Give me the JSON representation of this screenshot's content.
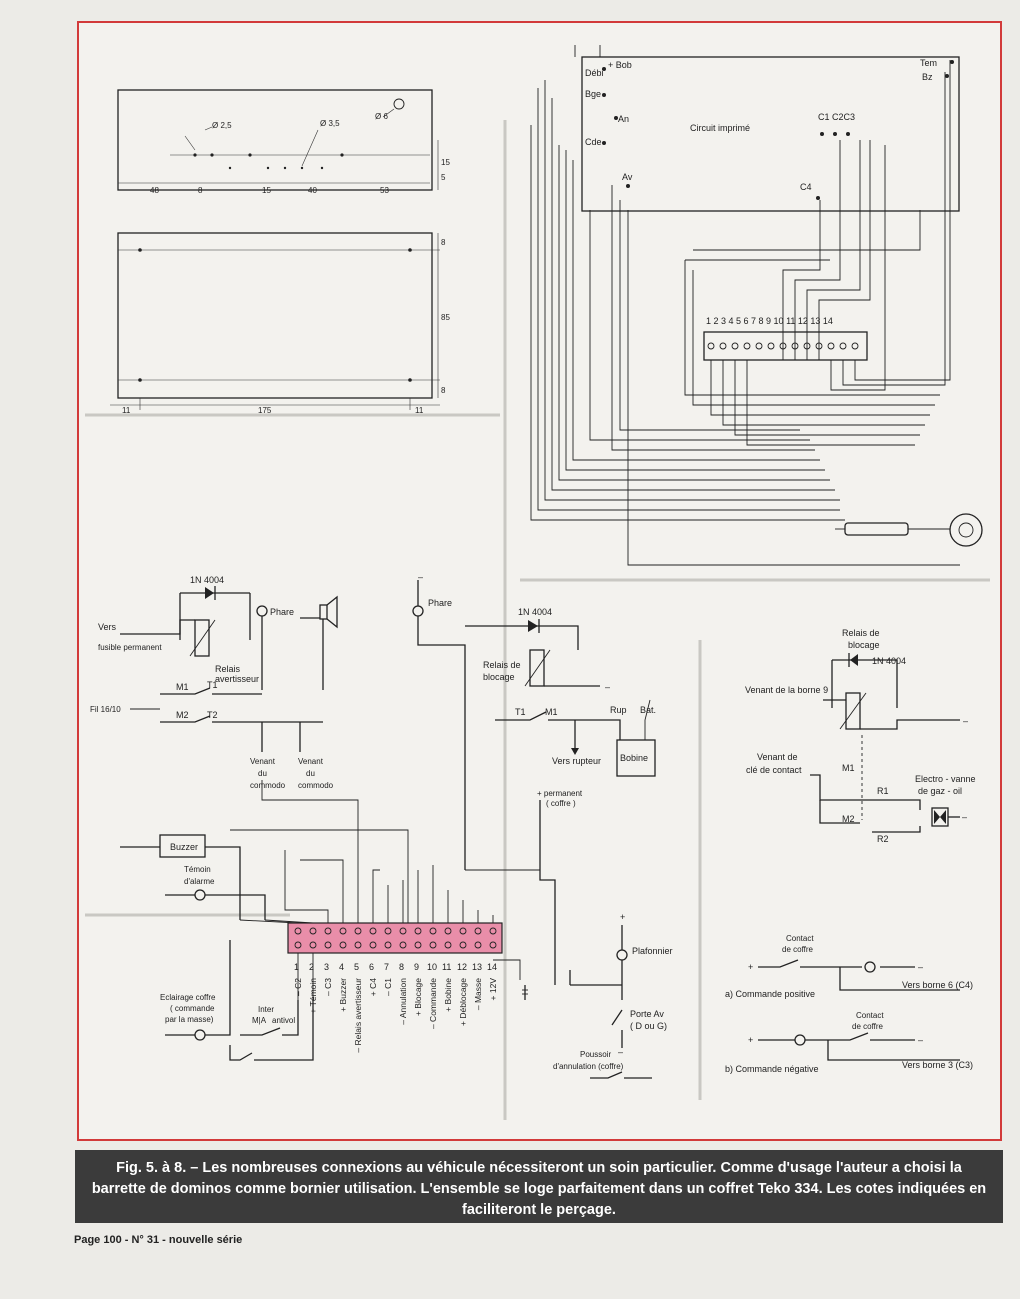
{
  "drilling_plan": {
    "dim_d25": "Ø 2,5",
    "dim_d35": "Ø 3,5",
    "dim_d6": "Ø 6",
    "dim_48": "48",
    "dim_8": "8",
    "dim_15": "15",
    "dim_40": "40",
    "dim_53": "53",
    "dim_15v": "15",
    "dim_5": "5",
    "dim_8a": "8",
    "dim_85": "85",
    "dim_8b": "8",
    "dim_11a": "11",
    "dim_175": "175",
    "dim_11b": "11"
  },
  "pcb_wiring": {
    "deb": "Débi",
    "bob": "+ Bob",
    "bge": "Bge",
    "an": "An",
    "cde": "Cde",
    "circuit": "Circuit imprimé",
    "c1c2c3": "C1 C2C3",
    "av": "Av",
    "c4": "C4",
    "tem": "Tem",
    "bz": "Bz",
    "numbers": "1 2 3 4 5 6 7 8 9 10 11 12 13 14"
  },
  "left_schematic": {
    "diode": "1N 4004",
    "phare1": "Phare",
    "phare2": "Phare",
    "vers": "Vers",
    "fusible": "fusible permanent",
    "relais_av_1": "Relais",
    "relais_av_2": "avertisseur",
    "m1": "M1",
    "t1": "T1",
    "fil": "Fil 16/10",
    "m2": "M2",
    "t2": "T2",
    "venant1_a": "Venant",
    "venant1_b": "du",
    "venant1_c": "commodo",
    "venant2_a": "Venant",
    "venant2_b": "du",
    "venant2_c": "commodo",
    "buzzer": "Buzzer",
    "temoin1": "Témoin",
    "temoin2": "d'alarme",
    "eclairage1": "Eclairage coffre",
    "eclairage2": "( commande",
    "eclairage3": "par la masse)",
    "inter1": "Inter",
    "inter2": "M|A",
    "inter3": "antivol",
    "terminal_numbers": [
      "1",
      "2",
      "3",
      "4",
      "5",
      "6",
      "7",
      "8",
      "9",
      "10",
      "11",
      "12",
      "13",
      "14"
    ],
    "terminal_labels": [
      "– C2",
      "+ Témoin",
      "– C3",
      "+ Buzzer",
      "– Relais avertisseur",
      "+ C4",
      "– C1",
      "– Annulation",
      "+ Blocage",
      "– Commande",
      "+ Bobine",
      "+ Déblocage",
      "– Masse",
      "+ 12V"
    ]
  },
  "middle_schematic": {
    "diode": "1N 4004",
    "relais1": "Relais de",
    "relais2": "blocage",
    "t1": "T1",
    "m1": "M1",
    "rup": "Rup",
    "bat": "Bat.",
    "vers_rupteur": "Vers rupteur",
    "bobine": "Bobine",
    "permanent1": "+ permanent",
    "permanent2": "( coffre )",
    "plafonnier": "Plafonnier",
    "porte1": "Porte Av",
    "porte2": "( D ou G)",
    "poussoir1": "Poussoir",
    "poussoir2": "d'annulation (coffre)"
  },
  "right_schematic": {
    "relais1": "Relais de",
    "relais2": "blocage",
    "diode": "1N 4004",
    "venant_borne": "Venant de la borne 9",
    "venant_cle1": "Venant de",
    "venant_cle2": "clé de contact",
    "m1": "M1",
    "r1": "R1",
    "m2": "M2",
    "r2": "R2",
    "electro1": "Electro - vanne",
    "electro2": "de gaz - oil",
    "contact1a": "Contact",
    "contact1b": "de coffre",
    "cmd_pos": "a) Commande positive",
    "vers6": "Vers borne 6 (C4)",
    "contact2a": "Contact",
    "contact2b": "de coffre",
    "cmd_neg": "b) Commande négative",
    "vers3": "Vers borne 3 (C3)"
  },
  "caption": "Fig. 5. à 8. – Les nombreuses connexions au véhicule nécessiteront un soin particulier. Comme d'usage l'auteur a choisi la barrette de dominos comme bornier utilisation. L'ensemble se loge parfaitement dans un coffret Teko 334. Les cotes indiquées en faciliteront le perçage.",
  "footer": "Page 100 - N° 31 - nouvelle série"
}
